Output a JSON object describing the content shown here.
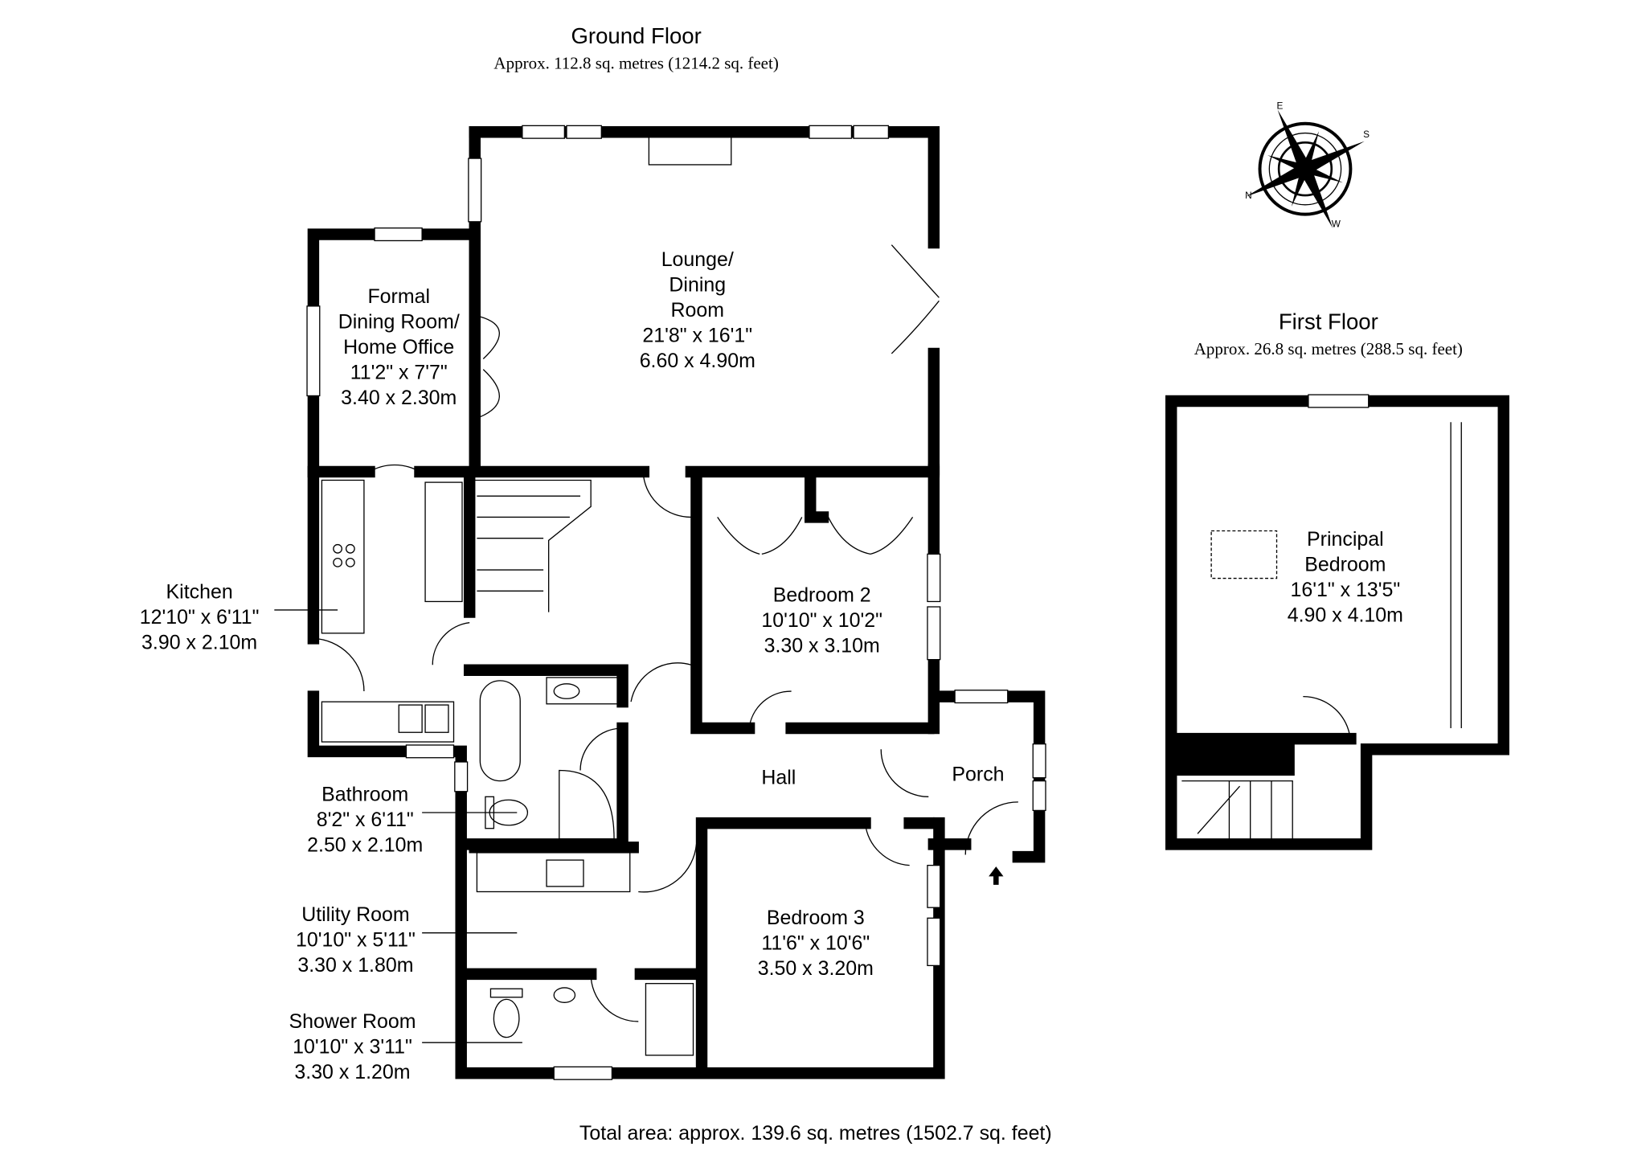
{
  "ground_floor": {
    "title": "Ground Floor",
    "area": "Approx. 112.8 sq. metres (1214.2 sq. feet)"
  },
  "first_floor": {
    "title": "First Floor",
    "area": "Approx. 26.8 sq. metres (288.5 sq. feet)"
  },
  "total_area": "Total area: approx. 139.6 sq. metres (1502.7 sq. feet)",
  "compass": {
    "n": "N",
    "e": "E",
    "s": "S",
    "w": "W"
  },
  "rooms": {
    "lounge": {
      "l1": "Lounge/",
      "l2": "Dining",
      "l3": "Room",
      "imperial": "21'8\" x 16'1\"",
      "metric": "6.60 x 4.90m"
    },
    "formal": {
      "l1": "Formal",
      "l2": "Dining Room/",
      "l3": "Home Office",
      "imperial": "11'2\" x 7'7\"",
      "metric": "3.40 x 2.30m"
    },
    "kitchen": {
      "name": "Kitchen",
      "imperial": "12'10\" x 6'11\"",
      "metric": "3.90 x 2.10m"
    },
    "bedroom2": {
      "name": "Bedroom 2",
      "imperial": "10'10\" x 10'2\"",
      "metric": "3.30 x 3.10m"
    },
    "hall": {
      "name": "Hall"
    },
    "porch": {
      "name": "Porch"
    },
    "bathroom": {
      "name": "Bathroom",
      "imperial": "8'2\" x 6'11\"",
      "metric": "2.50 x 2.10m"
    },
    "utility": {
      "name": "Utility Room",
      "imperial": "10'10\" x 5'11\"",
      "metric": "3.30 x 1.80m"
    },
    "shower": {
      "name": "Shower Room",
      "imperial": "10'10\" x 3'11\"",
      "metric": "3.30 x 1.20m"
    },
    "bedroom3": {
      "name": "Bedroom 3",
      "imperial": "11'6\" x 10'6\"",
      "metric": "3.50 x 3.20m"
    },
    "principal": {
      "l1": "Principal",
      "l2": "Bedroom",
      "imperial": "16'1\" x 13'5\"",
      "metric": "4.90 x 4.10m"
    }
  }
}
